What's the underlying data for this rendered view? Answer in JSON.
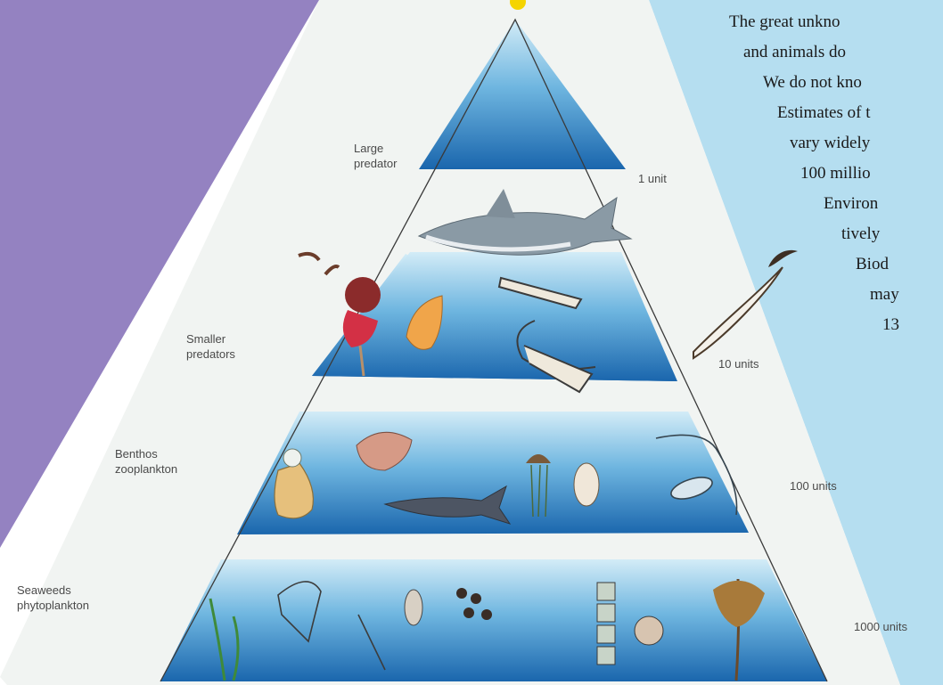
{
  "colors": {
    "left_panel": "#9482c1",
    "right_panel": "#b5def0",
    "figure_bg": "#f1f4f2",
    "water_light": "#c7e6f4",
    "water_deep": "#1f6fb5",
    "accent_dot": "#f5d400"
  },
  "body_text_lines": [
    "The great unkno",
    "and animals do",
    "We do not kno",
    "Estimates of t",
    "vary widely",
    "100 millio",
    "Environ",
    "tively",
    "Biod",
    "may",
    "13"
  ],
  "pyramid": {
    "levels": [
      {
        "label": "Large predator",
        "units": "1 unit",
        "organisms": [
          "shark"
        ]
      },
      {
        "label": "Smaller predators",
        "units": "10 units",
        "organisms": [
          "sea anemone",
          "small fish",
          "squid",
          "seabirds",
          "albatross"
        ]
      },
      {
        "label": "Benthos zooplankton",
        "units": "100 units",
        "organisms": [
          "sponge",
          "amphipod",
          "fish",
          "jellyfish",
          "copepod"
        ]
      },
      {
        "label": "Seaweeds phytoplankton",
        "units": "1000 units",
        "organisms": [
          "seaweed",
          "diatoms",
          "dinoflagellates",
          "kelp"
        ]
      }
    ]
  },
  "level_label_lines": [
    [
      "Large",
      "predator"
    ],
    [
      "Smaller",
      "predators"
    ],
    [
      "Benthos",
      "zooplankton"
    ],
    [
      "Seaweeds",
      "phytoplankton"
    ]
  ]
}
